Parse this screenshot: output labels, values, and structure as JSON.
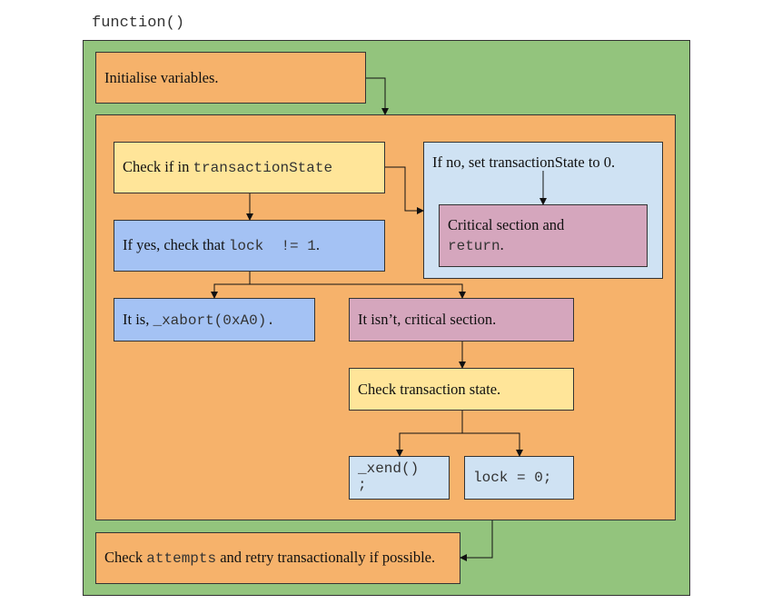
{
  "function_label": "function()",
  "boxes": {
    "init": "Initialise variables.",
    "check_state_prefix": "Check if in ",
    "check_state_code": "transactionState",
    "if_no": "If no, set transactionState to 0.",
    "critical_return_text": "Critical section and",
    "critical_return_code": "return",
    "critical_return_end": ".",
    "if_yes_prefix": "If yes, check that ",
    "if_yes_code": "lock  != 1",
    "if_yes_end": ".",
    "it_is_prefix": "It is, ",
    "it_is_code": "_xabort(0xA0).",
    "it_isnt": "It isn’t, critical section.",
    "check_transaction": "Check transaction state.",
    "xend_line1": "_xend()",
    "xend_line2": ";",
    "lock_zero": "lock = 0;",
    "retry_prefix": "Check ",
    "retry_code": "attempts",
    "retry_text": " and retry transactionally if possible."
  },
  "colors": {
    "outer": "#93c47d",
    "orange": "#f6b26b",
    "yellow": "#ffe599",
    "blue": "#a4c2f4",
    "light_blue": "#cfe2f3",
    "pink": "#d5a6bd"
  }
}
